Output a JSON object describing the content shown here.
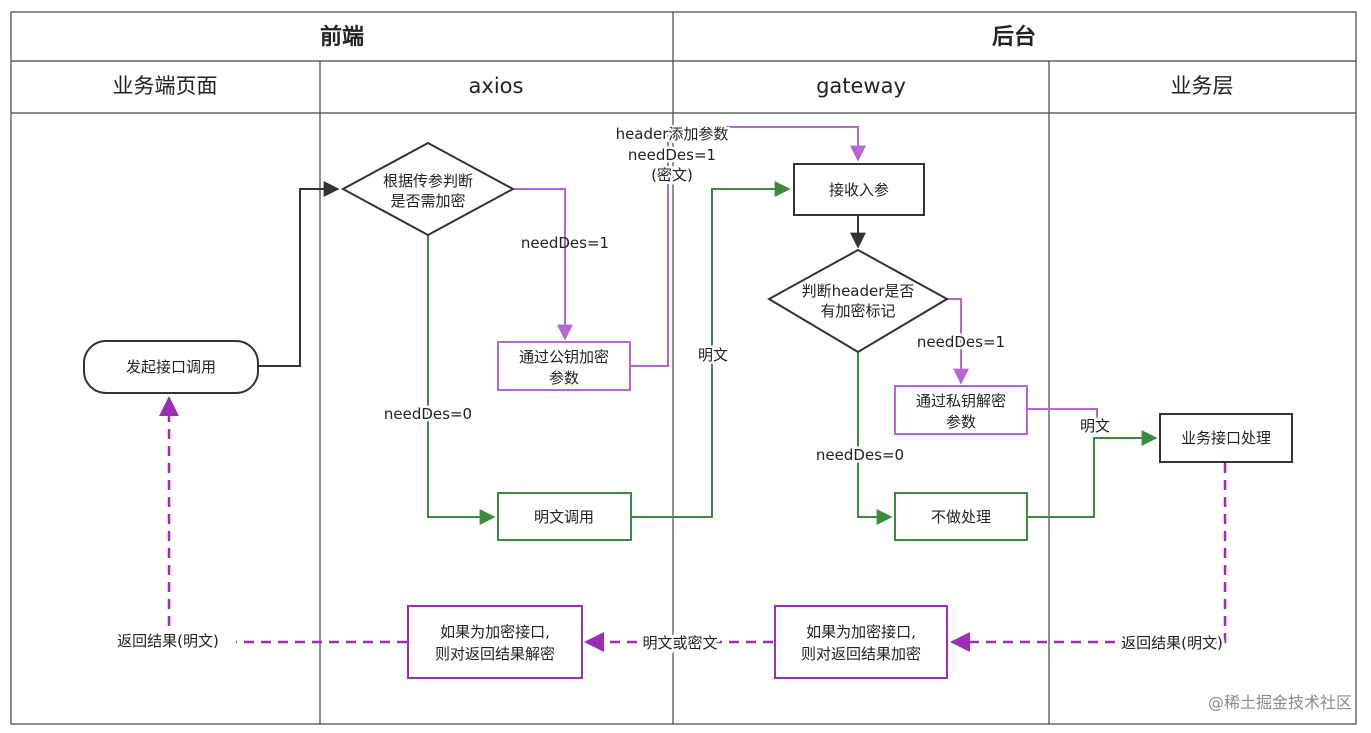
{
  "header": {
    "frontend": "前端",
    "backend": "后台"
  },
  "lanes": {
    "business_page": "业务端页面",
    "axios": "axios",
    "gateway": "gateway",
    "business_layer": "业务层"
  },
  "nodes": {
    "initiate_call": "发起接口调用",
    "check_encrypt_line1": "根据传参判断",
    "check_encrypt_line2": "是否需加密",
    "pubkey_encrypt_line1": "通过公钥加密",
    "pubkey_encrypt_line2": "参数",
    "plaintext_call": "明文调用",
    "receive_params": "接收入参",
    "check_header_line1": "判断header是否",
    "check_header_line2": "有加密标记",
    "privkey_decrypt_line1": "通过私钥解密",
    "privkey_decrypt_line2": "参数",
    "no_processing": "不做处理",
    "business_handle": "业务接口处理",
    "gw_encrypt_line1": "如果为加密接口,",
    "gw_encrypt_line2": "则对返回结果加密",
    "fe_decrypt_line1": "如果为加密接口,",
    "fe_decrypt_line2": "则对返回结果解密"
  },
  "edge_labels": {
    "needdes1_axios": "needDes=1",
    "needdes0_axios": "needDes=0",
    "header_add_line1": "header添加参数",
    "header_add_line2": "needDes=1",
    "header_add_line3": "(密文)",
    "plaintext_to_gw": "明文",
    "needdes1_gw": "needDes=1",
    "needdes0_gw": "needDes=0",
    "plaintext_to_biz": "明文",
    "return_biz": "返回结果(明文)",
    "return_gw": "明文或密文",
    "return_page": "返回结果(明文)"
  },
  "watermark": "@稀土掘金技术社区",
  "colors": {
    "black": "#333333",
    "purple": "#b566d0",
    "dark_purple": "#9b2db6",
    "green": "#3c8a3c"
  }
}
